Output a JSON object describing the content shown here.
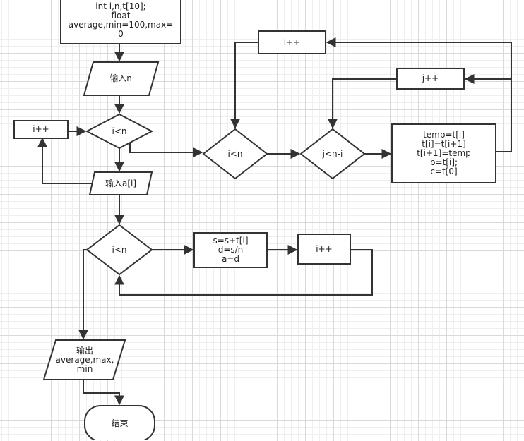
{
  "nodes": {
    "init": "int i,n,t[10];\nfloat\naverage,min=100,max=\n0",
    "input_n": "输入n",
    "cond_read": "i<n",
    "incr_read": "i++",
    "input_a": "输入a[i]",
    "cond_outer": "i<n",
    "cond_inner": "j<n-i",
    "swap": "temp=t[i]\nt[i]=t[i+1]\nt[i+1]=temp\nb=t[i];\nc=t[0]",
    "incr_outer": "i++",
    "incr_inner": "j++",
    "cond_sum": "i<n",
    "sum_block": "s=s+t[i]\nd=s/n\na=d",
    "incr_sum": "i++",
    "output": "输出\naverage,max,\nmin",
    "end": "结束"
  }
}
